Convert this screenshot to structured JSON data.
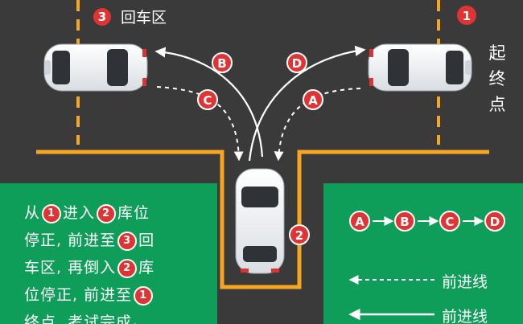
{
  "zones": {
    "turnaround": {
      "badge": "3",
      "label": "回车区"
    },
    "start_end": {
      "badge": "1",
      "label_lines": [
        "起",
        "终",
        "点"
      ]
    },
    "garage": {
      "badge": "2"
    }
  },
  "route_labels": [
    "A",
    "B",
    "C",
    "D"
  ],
  "description": {
    "lines": [
      [
        {
          "t": "从"
        },
        {
          "b": "1"
        },
        {
          "t": "进入"
        },
        {
          "b": "2"
        },
        {
          "t": "库位"
        }
      ],
      [
        {
          "t": "停正, 前进至"
        },
        {
          "b": "3"
        },
        {
          "t": "回"
        }
      ],
      [
        {
          "t": "车区, 再倒入"
        },
        {
          "b": "2"
        },
        {
          "t": "库"
        }
      ],
      [
        {
          "t": "位停正, 前进至"
        },
        {
          "b": "1"
        }
      ],
      [
        {
          "t": "终点, 考试完成。"
        }
      ]
    ]
  },
  "sequence": [
    "A",
    "B",
    "C",
    "D"
  ],
  "legend": {
    "dashed_label": "前进线",
    "solid_label": "前进线"
  },
  "colors": {
    "asphalt": "#3a3a3a",
    "grass": "#0f9e5a",
    "line_yellow": "#f5a623",
    "badge_red": "#e03434",
    "arrow_white": "#ffffff"
  }
}
